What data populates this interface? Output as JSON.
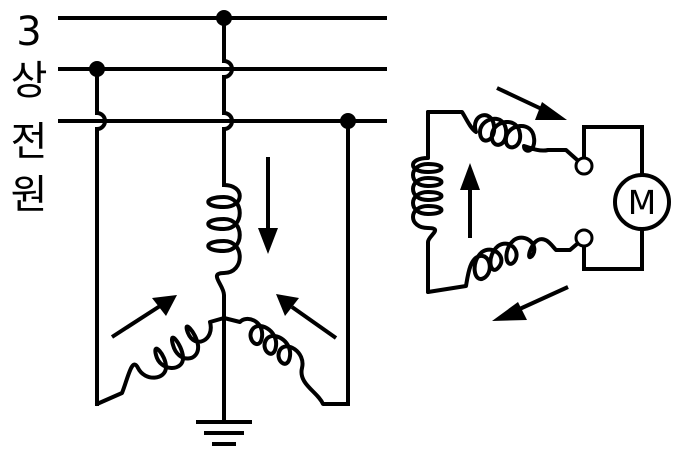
{
  "source_label": [
    "3",
    "상",
    "전",
    "원"
  ],
  "motor_label": "M"
}
